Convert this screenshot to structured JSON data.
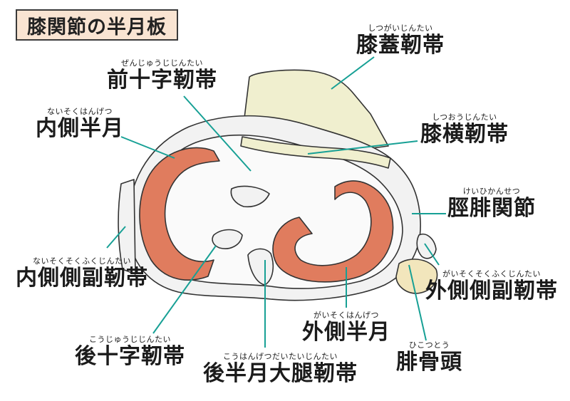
{
  "title": "膝関節の半月板",
  "colors": {
    "meniscus": "#e07c5e",
    "bone": "#f2f2f2",
    "tibia_plateau": "#fafafa",
    "ligament": "#f0efcf",
    "fibula": "#f2e6bc",
    "pointer_line": "#17a095",
    "outline": "#333333"
  },
  "labels": [
    {
      "id": "patellar-ligament",
      "ruby": "しつがいじんたい",
      "text": "膝蓋靭帯"
    },
    {
      "id": "acl",
      "ruby": "ぜんじゅうじじんたい",
      "text": "前十字靭帯"
    },
    {
      "id": "medial-meniscus",
      "ruby": "ないそくはんげつ",
      "text": "内側半月"
    },
    {
      "id": "transverse-ligament",
      "ruby": "しつおうじんたい",
      "text": "膝横靭帯"
    },
    {
      "id": "tibiofibular-joint",
      "ruby": "けいひかんせつ",
      "text": "脛腓関節"
    },
    {
      "id": "mcl",
      "ruby": "ないそくそくふくじんたい",
      "text": "内側側副靭帯"
    },
    {
      "id": "lcl",
      "ruby": "がいそくそくふくじんたい",
      "text": "外側側副靭帯"
    },
    {
      "id": "lateral-meniscus",
      "ruby": "がいそくはんげつ",
      "text": "外側半月"
    },
    {
      "id": "pcl",
      "ruby": "こうじゅうじじんたい",
      "text": "後十字靭帯"
    },
    {
      "id": "posterior-meniscofemoral",
      "ruby": "こうはんげつだいたいじんたい",
      "text": "後半月大腿靭帯"
    },
    {
      "id": "fibular-head",
      "ruby": "ひこつとう",
      "text": "腓骨頭"
    }
  ]
}
